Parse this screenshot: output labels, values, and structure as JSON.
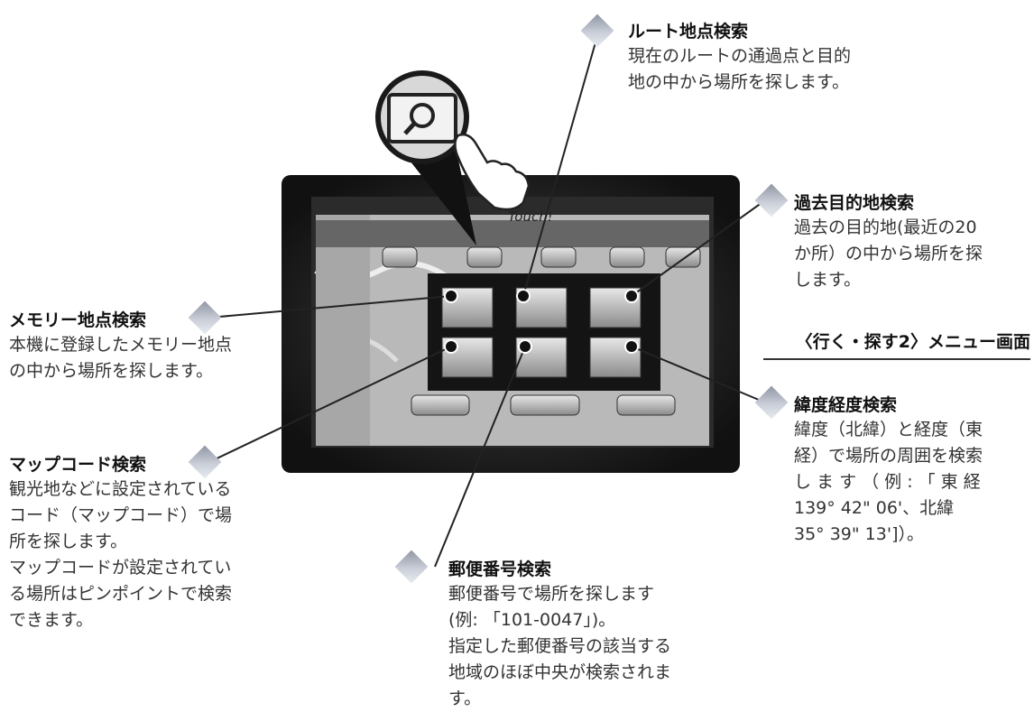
{
  "section_title": "〈行く・探す2〉メニュー画面",
  "touch_label": "Touch!",
  "annotations": {
    "route": {
      "title": "ルート地点検索",
      "desc": [
        "現在のルートの通過点と目的",
        "地の中から場所を探します。"
      ]
    },
    "past": {
      "title": "過去目的地検索",
      "desc": [
        "過去の目的地(最近の20",
        "か所）の中から場所を探",
        "します。"
      ]
    },
    "memory": {
      "title": "メモリー地点検索",
      "desc": [
        "本機に登録したメモリー地点",
        "の中から場所を探します。"
      ]
    },
    "latlon": {
      "title": "緯度経度検索",
      "desc": [
        "緯度（北緯）と経度（東",
        "経）で場所の周囲を検索",
        "し ま す （ 例 : 「 東 経",
        "139° 42\" 06'、北緯",
        "35° 39\" 13']）。"
      ]
    },
    "mapcode": {
      "title": "マップコード検索",
      "desc": [
        "観光地などに設定されている",
        "コード（マップコード）で場",
        "所を探します。",
        "マップコードが設定されてい",
        "る場所はピンポイントで検索",
        "できます。"
      ]
    },
    "postal": {
      "title": "郵便番号検索",
      "desc": [
        "郵便番号で場所を探します",
        "(例: 「101-0047」)。",
        "指定した郵便番号の該当する",
        "地域のほぼ中央が検索されま",
        "す。"
      ]
    }
  },
  "colors": {
    "screen_frame": "#1a1a1a",
    "leader": "#222222",
    "diamond": "#a9afba"
  }
}
